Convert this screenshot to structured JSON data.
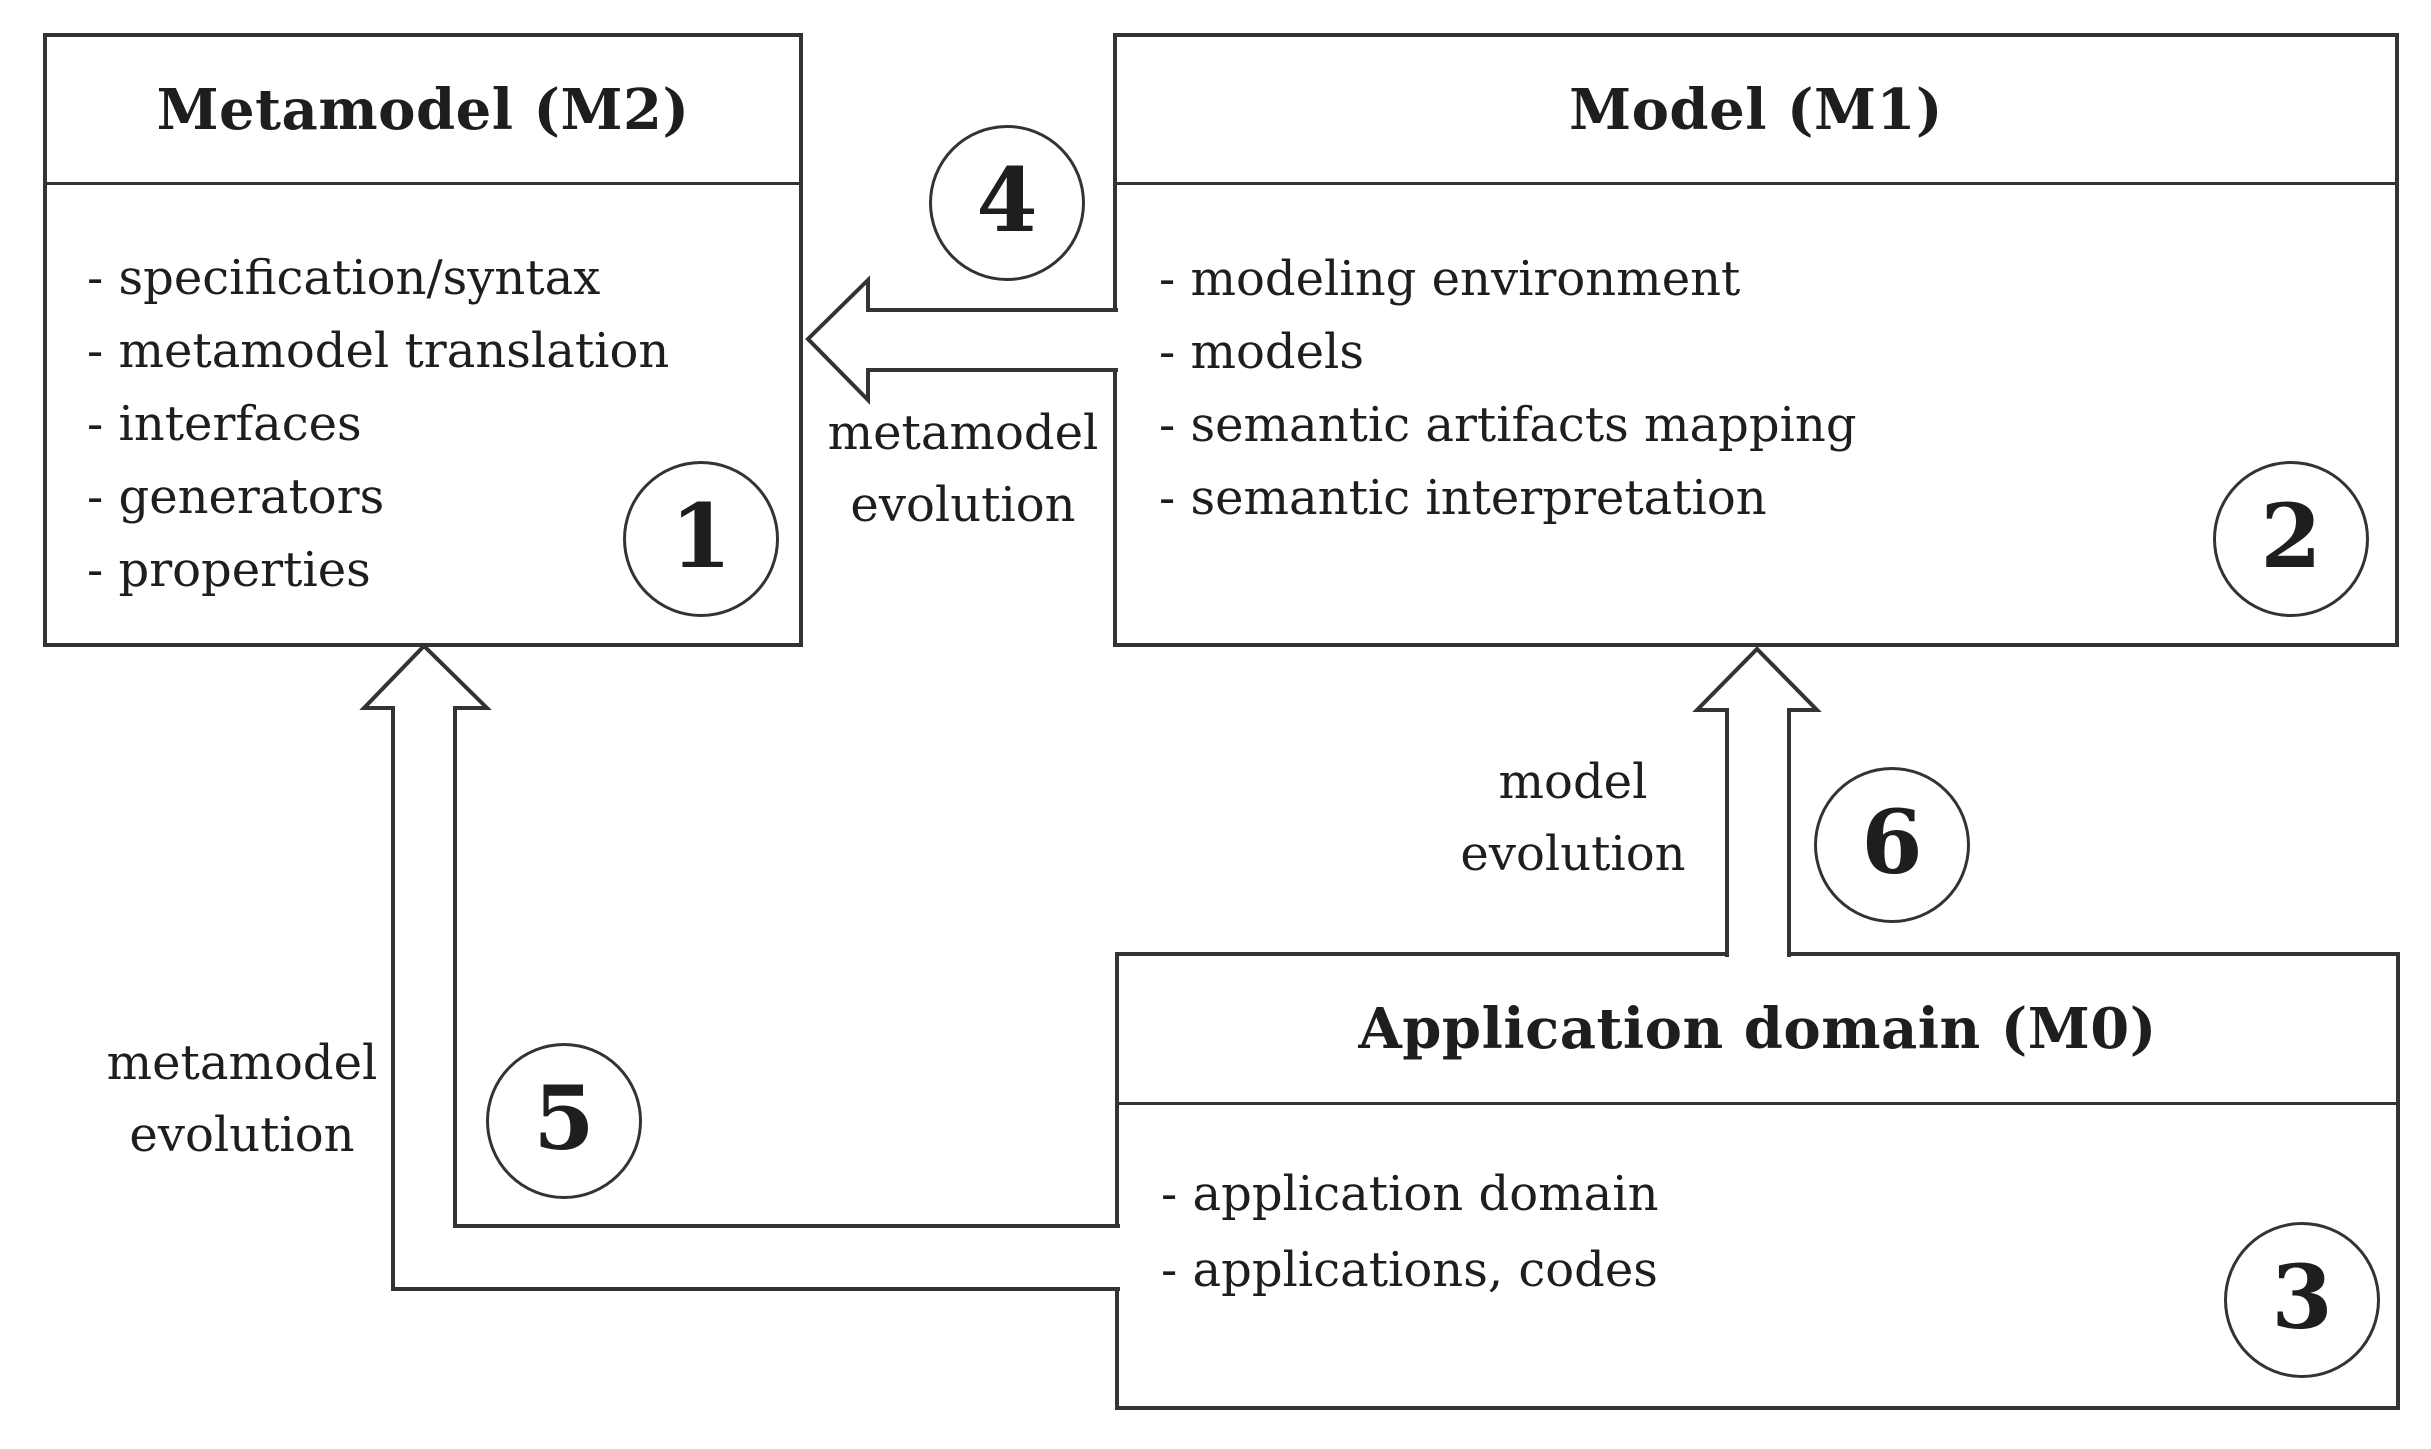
{
  "diagram": {
    "colors": {
      "line": "#333333",
      "text": "#1e1e1e",
      "background": "#ffffff"
    },
    "boxes": {
      "m2": {
        "title": "Metamodel (M2)",
        "items": [
          "- specification/syntax",
          "- metamodel translation",
          "- interfaces",
          "- generators",
          "- properties"
        ],
        "badge": "1"
      },
      "m1": {
        "title": "Model (M1)",
        "items": [
          "- modeling environment",
          "- models",
          "- semantic artifacts mapping",
          "- semantic interpretation"
        ],
        "badge": "2"
      },
      "m0": {
        "title": "Application domain (M0)",
        "items": [
          "- application domain",
          "- applications, codes"
        ],
        "badge": "3"
      }
    },
    "arrows": {
      "m1_to_m2": {
        "badge": "4",
        "label_line1": "metamodel",
        "label_line2": "evolution"
      },
      "m0_to_m2": {
        "badge": "5",
        "label_line1": "metamodel",
        "label_line2": "evolution"
      },
      "m0_to_m1": {
        "badge": "6",
        "label_line1": "model",
        "label_line2": "evolution"
      }
    }
  }
}
